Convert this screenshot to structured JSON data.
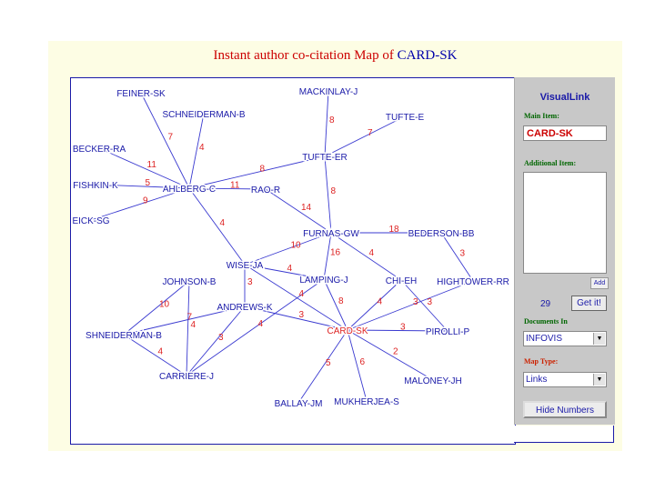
{
  "title": {
    "prefix": "Instant author co-citation Map of ",
    "subject": "CARD-SK"
  },
  "colors": {
    "node": "#1a1aa8",
    "focus_node": "#dd2222",
    "weight": "#dd2222",
    "edge": "#3a3ad0",
    "panel_bg": "#c8c8c8"
  },
  "nodes": [
    {
      "id": "FEINER-SK",
      "label": "FEINER-SK"
    },
    {
      "id": "MACKINLAY-J",
      "label": "MACKINLAY-J"
    },
    {
      "id": "SCHNEIDERMAN-B",
      "label": "SCHNEIDERMAN-B"
    },
    {
      "id": "TUFTE-E",
      "label": "TUFTE-E"
    },
    {
      "id": "BECKER-RA",
      "label": "BECKER-RA"
    },
    {
      "id": "TUFTE-ER",
      "label": "TUFTE-ER"
    },
    {
      "id": "FISHKIN-K",
      "label": "FISHKIN-K"
    },
    {
      "id": "AHLBERG-C",
      "label": "AHLBERG-C"
    },
    {
      "id": "RAO-R",
      "label": "RAO-R"
    },
    {
      "id": "EICK-SG",
      "label": "EICK-SG"
    },
    {
      "id": "FURNAS-GW",
      "label": "FURNAS-GW"
    },
    {
      "id": "BEDERSON-BB",
      "label": "BEDERSON-BB"
    },
    {
      "id": "WISE-JA",
      "label": "WISE-JA"
    },
    {
      "id": "JOHNSON-B",
      "label": "JOHNSON-B"
    },
    {
      "id": "LAMPING-J",
      "label": "LAMPING-J"
    },
    {
      "id": "CHI-EH",
      "label": "CHI-EH"
    },
    {
      "id": "HIGHTOWER-RR",
      "label": "HIGHTOWER-RR"
    },
    {
      "id": "ANDREWS-K",
      "label": "ANDREWS-K"
    },
    {
      "id": "SHNEIDERMAN-B",
      "label": "SHNEIDERMAN-B"
    },
    {
      "id": "CARD-SK",
      "label": "CARD-SK",
      "focus": true
    },
    {
      "id": "PIROLLI-P",
      "label": "PIROLLI-P"
    },
    {
      "id": "MALONEY-JH",
      "label": "MALONEY-JH"
    },
    {
      "id": "CARRIERE-J",
      "label": "CARRIERE-J"
    },
    {
      "id": "BALLAY-JM",
      "label": "BALLAY-JM"
    },
    {
      "id": "MUKHERJEA-S",
      "label": "MUKHERJEA-S"
    }
  ],
  "edges": [
    {
      "a": "FEINER-SK",
      "b": "AHLBERG-C",
      "w": "7"
    },
    {
      "a": "SCHNEIDERMAN-B",
      "b": "AHLBERG-C",
      "w": "4"
    },
    {
      "a": "BECKER-RA",
      "b": "AHLBERG-C",
      "w": "11"
    },
    {
      "a": "FISHKIN-K",
      "b": "AHLBERG-C",
      "w": "5"
    },
    {
      "a": "EICK-SG",
      "b": "AHLBERG-C",
      "w": "9"
    },
    {
      "a": "AHLBERG-C",
      "b": "RAO-R",
      "w": "11"
    },
    {
      "a": "AHLBERG-C",
      "b": "TUFTE-ER",
      "w": "8"
    },
    {
      "a": "AHLBERG-C",
      "b": "WISE-JA",
      "w": "4"
    },
    {
      "a": "MACKINLAY-J",
      "b": "TUFTE-ER",
      "w": "8"
    },
    {
      "a": "TUFTE-E",
      "b": "TUFTE-ER",
      "w": "7"
    },
    {
      "a": "TUFTE-ER",
      "b": "FURNAS-GW",
      "w": "8"
    },
    {
      "a": "RAO-R",
      "b": "FURNAS-GW",
      "w": "14"
    },
    {
      "a": "FURNAS-GW",
      "b": "BEDERSON-BB",
      "w": "18"
    },
    {
      "a": "FURNAS-GW",
      "b": "WISE-JA",
      "w": "10"
    },
    {
      "a": "FURNAS-GW",
      "b": "LAMPING-J",
      "w": "16"
    },
    {
      "a": "FURNAS-GW",
      "b": "CHI-EH",
      "w": "4"
    },
    {
      "a": "BEDERSON-BB",
      "b": "HIGHTOWER-RR",
      "w": "3"
    },
    {
      "a": "WISE-JA",
      "b": "LAMPING-J",
      "w": "4"
    },
    {
      "a": "WISE-JA",
      "b": "ANDREWS-K",
      "w": "3"
    },
    {
      "a": "WISE-JA",
      "b": "CARD-SK",
      "w": "4"
    },
    {
      "a": "LAMPING-J",
      "b": "CARD-SK",
      "w": "8"
    },
    {
      "a": "LAMPING-J",
      "b": "CARRIERE-J",
      "w": "4"
    },
    {
      "a": "CHI-EH",
      "b": "CARD-SK",
      "w": "4"
    },
    {
      "a": "CHI-EH",
      "b": "PIROLLI-P",
      "w": "3"
    },
    {
      "a": "HIGHTOWER-RR",
      "b": "CARD-SK",
      "w": "3"
    },
    {
      "a": "JOHNSON-B",
      "b": "SHNEIDERMAN-B",
      "w": "10"
    },
    {
      "a": "JOHNSON-B",
      "b": "CARRIERE-J",
      "w": "4"
    },
    {
      "a": "ANDREWS-K",
      "b": "SHNEIDERMAN-B",
      "w": "7"
    },
    {
      "a": "ANDREWS-K",
      "b": "CARRIERE-J",
      "w": "3"
    },
    {
      "a": "ANDREWS-K",
      "b": "CARD-SK",
      "w": "3"
    },
    {
      "a": "SHNEIDERMAN-B",
      "b": "CARRIERE-J",
      "w": "4"
    },
    {
      "a": "CARD-SK",
      "b": "PIROLLI-P",
      "w": "3"
    },
    {
      "a": "CARD-SK",
      "b": "MALONEY-JH",
      "w": "2"
    },
    {
      "a": "CARD-SK",
      "b": "BALLAY-JM",
      "w": "5"
    },
    {
      "a": "CARD-SK",
      "b": "MUKHERJEA-S",
      "w": "6"
    }
  ],
  "panel": {
    "title": "VisualLink",
    "main_item_label": "Main Item:",
    "main_item_value": "CARD-SK",
    "additional_label": "Additional Item:",
    "add_button": "Add",
    "count": "29",
    "get_button": "Get it!",
    "documents_label": "Documents In",
    "documents_value": "INFOVIS",
    "map_type_label": "Map Type:",
    "map_type_value": "Links",
    "hide_button": "Hide Numbers"
  }
}
